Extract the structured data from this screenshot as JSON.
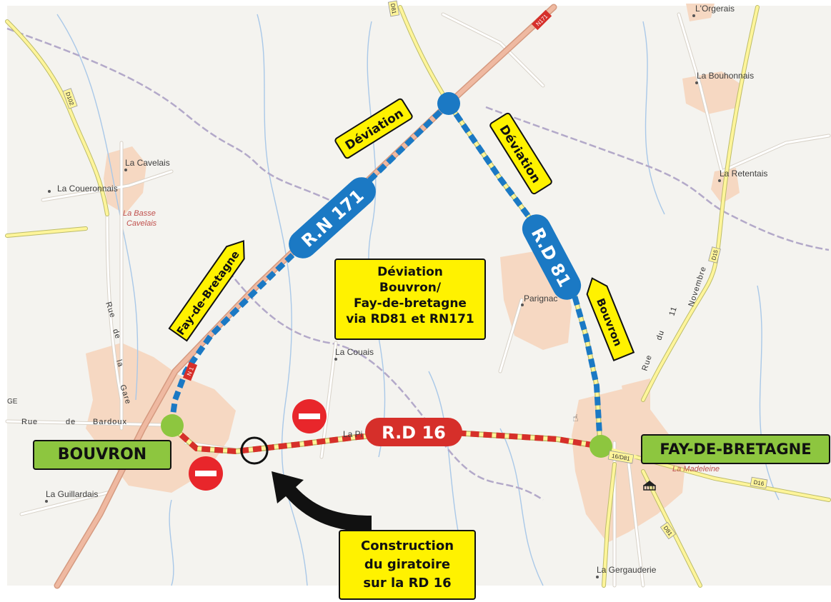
{
  "map": {
    "places": {
      "l_orgerais": "L'Orgerais",
      "la_bouhonnais": "La Bouhonnais",
      "la_retentais": "La Retentais",
      "la_cavelais": "La Cavelais",
      "la_coueronnais": "La Coueronnais",
      "la_basse": "La Basse",
      "cavelais": "Cavelais",
      "parignac": "Parignac",
      "la_couais": "La Couais",
      "la_guillardais": "La Guillardais",
      "la_madeleine": "La Madeleine",
      "la_gergauderie": "La Gergauderie",
      "la_pi": "La Pi",
      "ge": "GE"
    },
    "streets": {
      "rue_de_la_gare": [
        "Rue",
        "de",
        "la",
        "Gare"
      ],
      "rue_de_bardoux": [
        "Rue",
        "de",
        "Bardoux"
      ],
      "rue_du_11_novembre": [
        "Rue",
        "du",
        "11",
        "Novembre"
      ]
    },
    "shields": {
      "d102": "D102",
      "n171": "N171",
      "d81_top": "D81",
      "d15": "D15",
      "d16": "D16",
      "d81_bottom": "D81",
      "d16_d81": "16/D81",
      "n1": "N 1"
    }
  },
  "route_labels": {
    "rn171": "R.N 171",
    "rd81": "R.D 81",
    "rd16": "R.D 16"
  },
  "arrows": {
    "fay": "Fay-de-Bretagne",
    "bouvron": "Bouvron"
  },
  "deviation_tags": {
    "left": "Déviation",
    "right": "Déviation"
  },
  "info_box": [
    "Déviation",
    "Bouvron/",
    "Fay-de-bretagne",
    "via RD81 et RN171"
  ],
  "construction_box": [
    "Construction",
    "du giratoire",
    "sur la RD 16"
  ],
  "towns": {
    "bouvron": "BOUVRON",
    "fay": "FAY-DE-BRETAGNE"
  },
  "colors": {
    "deviation_blue": "#1b79c4",
    "closed_red": "#d62f2a",
    "town_green": "#8dc63f",
    "label_yellow": "#fff200",
    "urban_area": "#f6d8c2",
    "map_background": "#f4f3ef"
  },
  "icons": [
    "no-entry-icon",
    "pointer-hand-icon",
    "church-icon",
    "curved-arrow-icon",
    "roundabout-circle-icon"
  ]
}
